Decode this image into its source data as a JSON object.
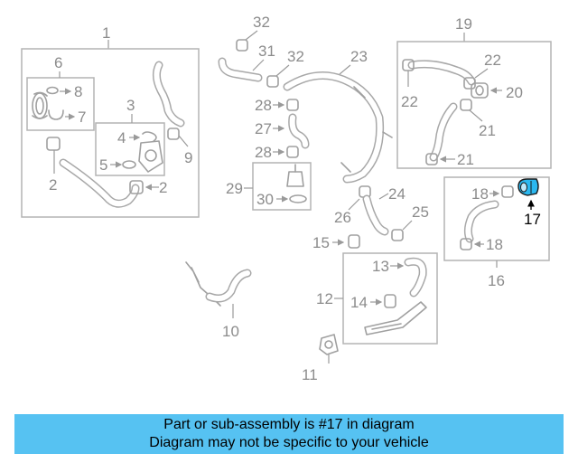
{
  "diagram": {
    "highlight_color": "#2bb8f0",
    "callouts": {
      "c1": "1",
      "c2a": "2",
      "c2b": "2",
      "c3": "3",
      "c4": "4",
      "c5": "5",
      "c6": "6",
      "c7": "7",
      "c8": "8",
      "c9": "9",
      "c10": "10",
      "c11": "11",
      "c12": "12",
      "c13": "13",
      "c14": "14",
      "c15": "15",
      "c16": "16",
      "c17": "17",
      "c18a": "18",
      "c18b": "18",
      "c19": "19",
      "c20": "20",
      "c21a": "21",
      "c21b": "21",
      "c22a": "22",
      "c22b": "22",
      "c23": "23",
      "c24": "24",
      "c25": "25",
      "c26": "26",
      "c27": "27",
      "c28a": "28",
      "c28b": "28",
      "c29": "29",
      "c30": "30",
      "c31": "31",
      "c32a": "32",
      "c32b": "32"
    }
  },
  "banner": {
    "line1": "Part or sub-assembly is #17 in diagram",
    "line2": "Diagram may not be specific to your vehicle",
    "background": "#56c2f2"
  }
}
